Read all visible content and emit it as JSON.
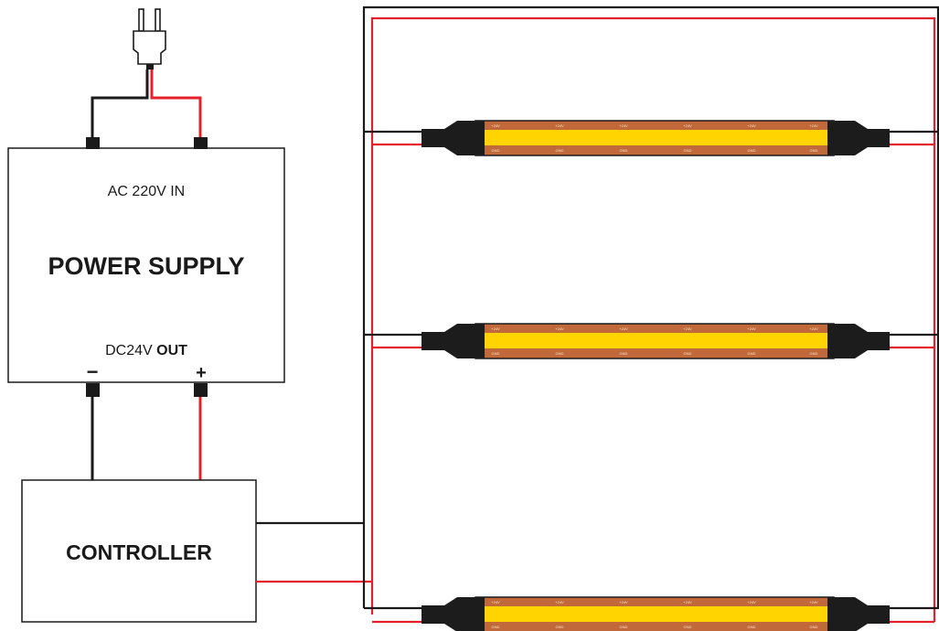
{
  "power_supply": {
    "input_label": "AC 220V IN",
    "title": "POWER SUPPLY",
    "output_prefix": "DC24V",
    "output_bold": "OUT",
    "minus_symbol": "−",
    "plus_symbol": "+"
  },
  "controller": {
    "title": "CONTROLLER"
  },
  "led_strips": [
    {
      "top_label": "+24V",
      "bottom_label": "GND"
    },
    {
      "top_label": "+24V",
      "bottom_label": "GND"
    },
    {
      "top_label": "+24V",
      "bottom_label": "GND"
    }
  ],
  "colors": {
    "wire_black": "#1a1a1a",
    "wire_red": "#e4202a",
    "strip_copper": "#c1693a",
    "strip_yellow": "#ffd400",
    "connector": "#1c1c1c"
  }
}
